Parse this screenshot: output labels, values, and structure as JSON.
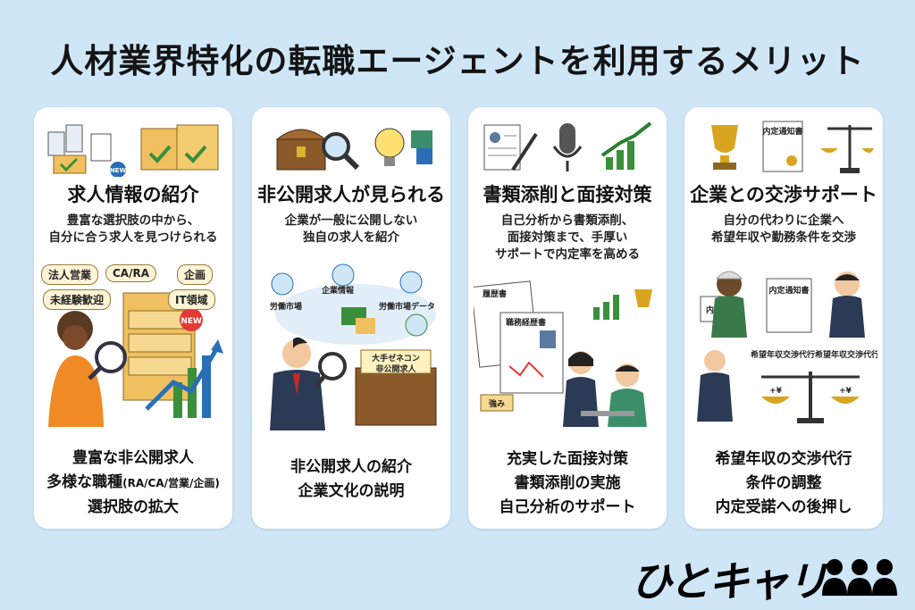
{
  "title": "人材業界特化の転職エージェントを利用するメリット",
  "cards": [
    {
      "heading": "求人情報の紹介",
      "desc": [
        "豊富な選択肢の中から、",
        "自分に合う求人を見つけられる"
      ],
      "tags": [
        "法人営業",
        "CA/RA",
        "企画",
        "未経験歓迎",
        "IT領域"
      ],
      "badges": [
        "NEW",
        "NEW"
      ],
      "points": [
        "豊富な非公開求人",
        "多様な職種",
        "(RA/CA/営業/企画)",
        "選択肢の拡大"
      ]
    },
    {
      "heading": "非公開求人が見られる",
      "desc": [
        "企業が一般に公開しない",
        "独自の求人を紹介"
      ],
      "labels": [
        "企業情報",
        "労働市場",
        "労働市場データ",
        "大手ゼネコン",
        "非公開求人"
      ],
      "points": [
        "非公開求人の紹介",
        "企業文化の説明"
      ]
    },
    {
      "heading": "書類添削と面接対策",
      "desc": [
        "自己分析から書類添削、",
        "面接対策まで、手厚い",
        "サポートで内定率を高める"
      ],
      "labels": [
        "履歴書",
        "職務経歴書",
        "強み"
      ],
      "points": [
        "充実した面接対策",
        "書類添削の実施",
        "自己分析のサポート"
      ]
    },
    {
      "heading": "企業との交渉サポート",
      "desc": [
        "自分の代わりに企業へ",
        "希望年収や勤務条件を交渉"
      ],
      "labels": [
        "内定通知書",
        "内定通知書",
        "内定",
        "希望年収交渉代行",
        "希望年収交渉代行",
        "+¥",
        "+¥"
      ],
      "points": [
        "希望年収の交渉代行",
        "条件の調整",
        "内定受諾への後押し"
      ]
    }
  ],
  "logo": "ひとキャリ",
  "colors": {
    "background": "#cfe6f7",
    "card": "#ffffff",
    "folder": "#f0c060",
    "gold": "#d9a520",
    "green": "#3a8f3a",
    "navy": "#2b3a55"
  }
}
